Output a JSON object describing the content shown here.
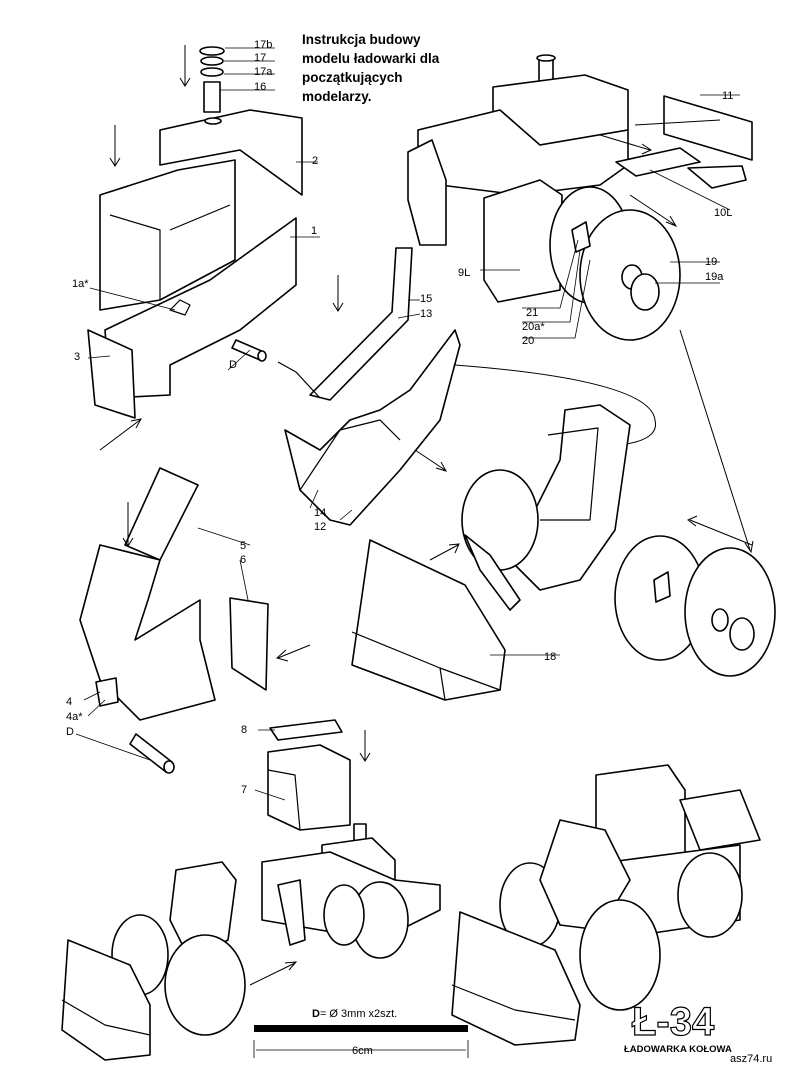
{
  "title_lines": [
    "Instrukcja budowy",
    "modelu ładowarki dla",
    "początkujących",
    "modelarzy."
  ],
  "part_labels": {
    "p17b": "17b",
    "p17": "17",
    "p17a": "17a",
    "p16": "16",
    "p2": "2",
    "p1": "1",
    "p1a": "1a*",
    "p3": "3",
    "pD1": "D",
    "p11": "11",
    "p10L": "10L",
    "p9L": "9L",
    "p19": "19",
    "p19a": "19a",
    "p21": "21",
    "p20a": "20a*",
    "p20": "20",
    "p15": "15",
    "p13": "13",
    "p14": "14",
    "p12": "12",
    "p5": "5",
    "p6": "6",
    "p4": "4",
    "p4a": "4a*",
    "pD2": "D",
    "p18": "18",
    "p8": "8",
    "p7": "7"
  },
  "rod_note_prefix": "D",
  "rod_note": "= Ø 3mm x2szt.",
  "scale_label": "6cm",
  "model_code": "Ł-34",
  "model_name": "ŁADOWARKA KOŁOWA",
  "watermark": "asz74.ru"
}
